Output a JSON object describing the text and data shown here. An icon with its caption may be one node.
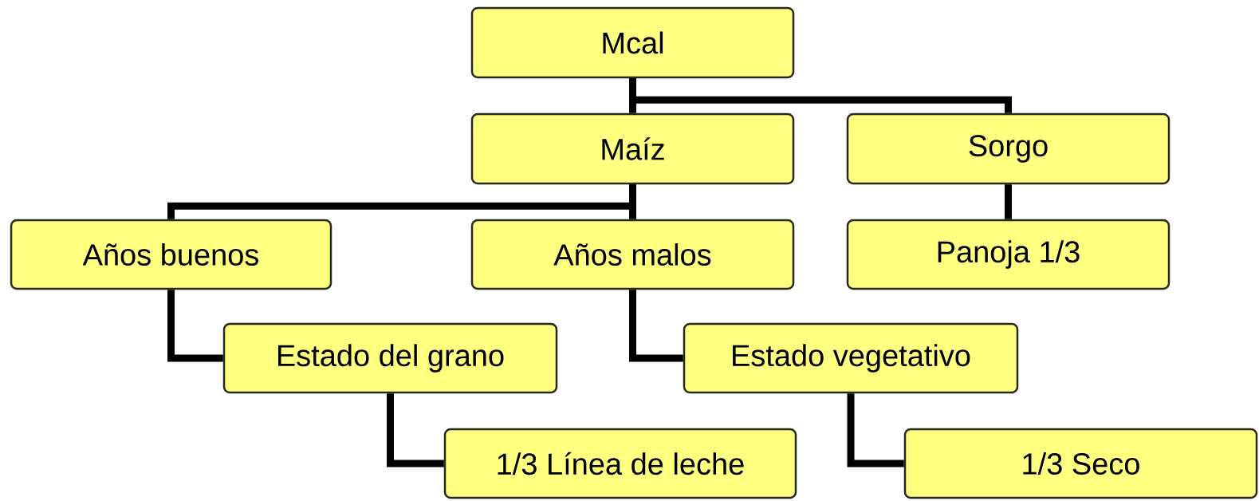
{
  "diagram": {
    "nodes": [
      {
        "text": [
          "Mcal"
        ]
      },
      {
        "text": [
          "Maíz"
        ]
      },
      {
        "text": [
          "Sorgo"
        ]
      },
      {
        "text": [
          "Años buenos"
        ]
      },
      {
        "text": [
          "Años malos"
        ]
      },
      {
        "text": [
          "Panoja 1/3"
        ]
      },
      {
        "text": [
          "Estado del grano"
        ]
      },
      {
        "text": [
          "Estado vegetativo"
        ]
      },
      {
        "text": [
          "1/3 Línea de leche"
        ]
      },
      {
        "text": [
          "1/3 Seco"
        ]
      }
    ],
    "edges": [
      {
        "from": 0,
        "to": 1,
        "arrow": "none"
      },
      {
        "from": 0,
        "to": 2,
        "arrow": "none"
      },
      {
        "from": 1,
        "to": 3,
        "arrow": "none"
      },
      {
        "from": 1,
        "to": 4,
        "arrow": "none"
      },
      {
        "from": 2,
        "to": 5,
        "arrow": "none"
      },
      {
        "from": 3,
        "to": 6,
        "arrow": "none"
      },
      {
        "from": 4,
        "to": 7,
        "arrow": "none"
      },
      {
        "from": 6,
        "to": 8,
        "arrow": "none"
      },
      {
        "from": 7,
        "to": 9,
        "arrow": "none"
      }
    ]
  }
}
